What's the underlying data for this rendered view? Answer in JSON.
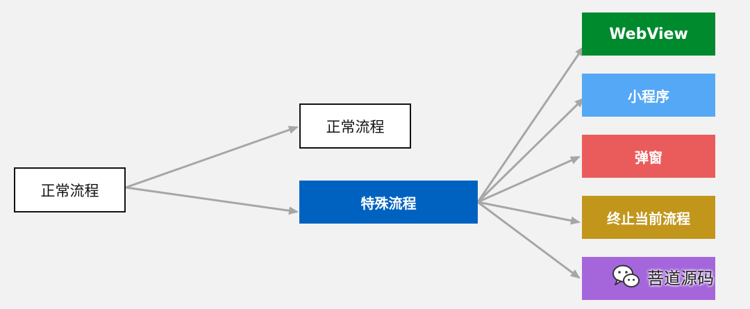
{
  "diagram": {
    "start_node": {
      "label": "正常流程"
    },
    "branch_normal": {
      "label": "正常流程"
    },
    "branch_special": {
      "label": "特殊流程",
      "color": "#0062c0"
    },
    "special_targets": [
      {
        "label": "WebView",
        "color": "#008a2e"
      },
      {
        "label": "小程序",
        "color": "#55a8f5"
      },
      {
        "label": "弹窗",
        "color": "#ea5c5c"
      },
      {
        "label": "终止当前流程",
        "color": "#c1961b"
      },
      {
        "label": "",
        "color": "#a566dc"
      }
    ],
    "arrow_color": "#a6a6a6"
  },
  "watermark": {
    "text": "菩道源码",
    "icon": "wechat-icon"
  }
}
